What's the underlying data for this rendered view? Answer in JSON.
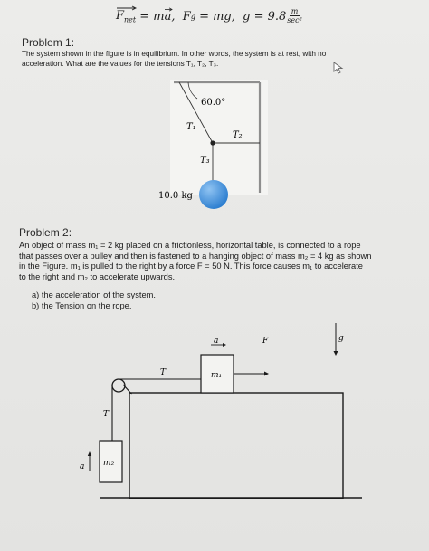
{
  "formula": {
    "fnet": "F",
    "fnet_sub": "net",
    "eq1": " = m",
    "a": "a",
    "fg": ",  F",
    "fg_sub": "g",
    "eq2": " = mg,  g = 9.8",
    "frac_num": "m",
    "frac_den": "sec²"
  },
  "problem1": {
    "heading": "Problem 1:",
    "line1": "The system shown in the figure is in equilibrium. In other words, the system is at rest, with no",
    "line2": "acceleration. What are the values for the tensions T₁, T₂, T₃.",
    "figure": {
      "angle": "60.0°",
      "t1": "T₁",
      "t2": "T₂",
      "t3": "T₃",
      "mass": "10.0 kg"
    }
  },
  "problem2": {
    "heading": "Problem 2:",
    "line1": "An object of mass m₁ = 2 kg placed on a frictionless, horizontal table, is connected to a rope",
    "line2": "that passes over a pulley and then is fastened to a hanging object of mass m₂ = 4 kg as shown",
    "line3": "in the Figure. m₁ is pulled to the right by a force F = 50 N. This force causes m₁ to accelerate",
    "line4": "to the right and m₂ to accelerate upwards.",
    "item_a": "a)  the acceleration of the system.",
    "item_b": "b)  the Tension on the rope.",
    "figure": {
      "a_top": "a",
      "f": "F",
      "g": "g",
      "t_top": "T",
      "m1": "m₁",
      "t_side": "T",
      "a_side": "a",
      "m2": "m₂"
    }
  },
  "colors": {
    "background": "#e6e6e4",
    "ball": "#2e7fd0",
    "ball_highlight": "#8fc3f2",
    "wall": "#f4f4f2"
  }
}
